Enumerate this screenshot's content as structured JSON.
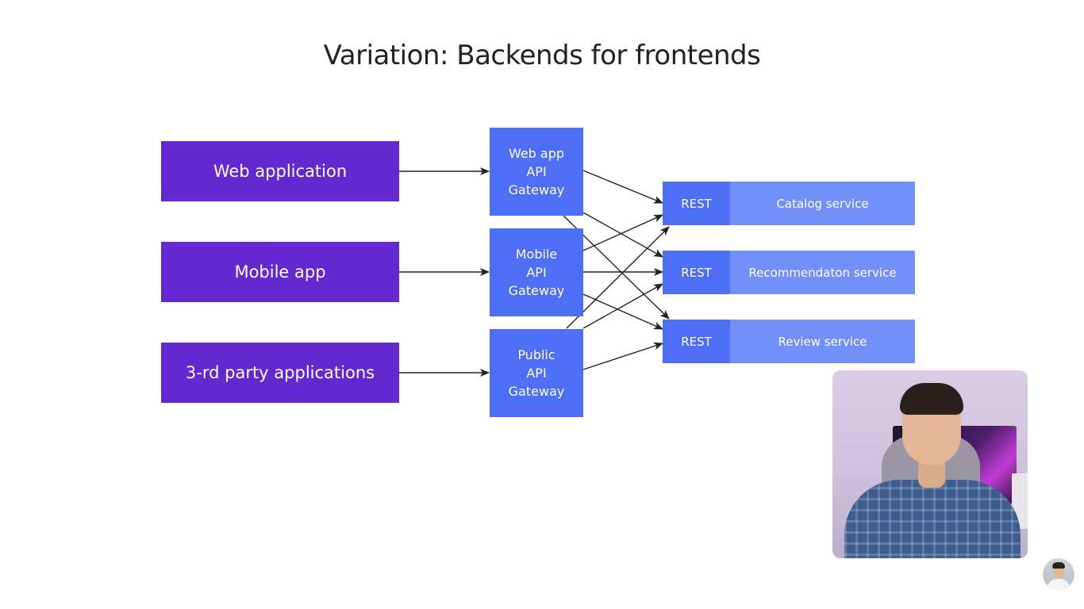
{
  "slide": {
    "title": "Variation: Backends for frontends"
  },
  "clients": [
    {
      "label": "Web application"
    },
    {
      "label": "Mobile app"
    },
    {
      "label": "3-rd party applications"
    }
  ],
  "gateways": [
    {
      "lines": [
        "Web app",
        "API",
        "Gateway"
      ]
    },
    {
      "lines": [
        "Mobile",
        "API",
        "Gateway"
      ]
    },
    {
      "lines": [
        "Public",
        "API",
        "Gateway"
      ]
    }
  ],
  "services": [
    {
      "protocol": "REST",
      "name": "Catalog service"
    },
    {
      "protocol": "REST",
      "name": "Recommendaton service"
    },
    {
      "protocol": "REST",
      "name": "Review service"
    }
  ],
  "connections": {
    "client_to_gateway": [
      [
        0,
        0
      ],
      [
        1,
        1
      ],
      [
        2,
        2
      ]
    ],
    "gateway_to_service": [
      [
        0,
        0
      ],
      [
        0,
        1
      ],
      [
        0,
        2
      ],
      [
        1,
        0
      ],
      [
        1,
        1
      ],
      [
        1,
        2
      ],
      [
        2,
        0
      ],
      [
        2,
        1
      ],
      [
        2,
        2
      ]
    ]
  },
  "colors": {
    "client_fill": "#6328cf",
    "gateway_fill": "#4d6ef5",
    "rest_fill": "#4d6ef5",
    "service_fill": "#7390f9",
    "arrow": "#222222"
  },
  "overlays": {
    "presenter_video": "presenter-webcam",
    "channel_avatar": "channel-avatar"
  }
}
